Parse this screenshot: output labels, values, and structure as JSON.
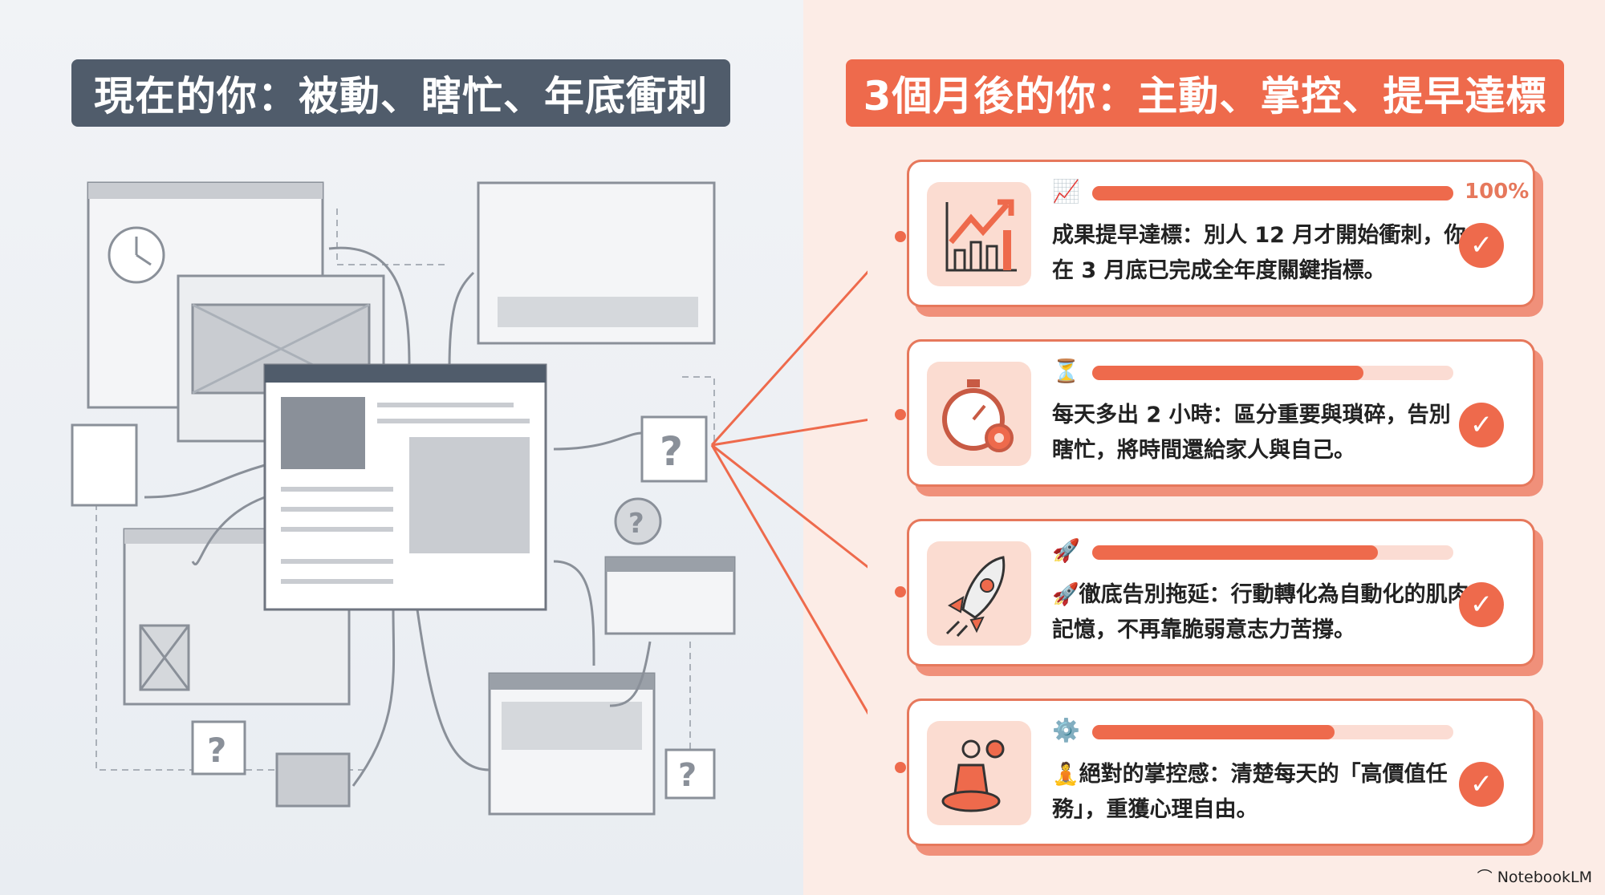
{
  "left_title": "現在的你：被動、瞎忙、年底衝刺",
  "right_title": "3個月後的你：主動、掌控、提早達標",
  "cards": [
    {
      "icon": "chart-growth-icon",
      "emoji": "📈",
      "progress": 100,
      "progress_label": "100%",
      "text": "成果提早達標：別人 12 月才開始衝刺，你在 3 月底已完成全年度關鍵指標。"
    },
    {
      "icon": "stopwatch-gear-icon",
      "emoji": "⏳",
      "progress": 75,
      "text": "每天多出 2 小時：區分重要與瑣碎，告別瞎忙，將時間還給家人與自己。"
    },
    {
      "icon": "rocket-icon",
      "emoji": "🚀",
      "progress": 79,
      "text": "🚀徹底告別拖延：行動轉化為自動化的肌肉記憶，不再靠脆弱意志力苦撐。"
    },
    {
      "icon": "meditation-gear-icon",
      "emoji": "⚙️",
      "progress": 67,
      "text": "🧘絕對的掌控感：清楚每天的「高價值任務」，重獲心理自由。"
    }
  ],
  "brand": "NotebookLM",
  "colors": {
    "accent": "#ee6a4c",
    "slate": "#505c6b"
  }
}
